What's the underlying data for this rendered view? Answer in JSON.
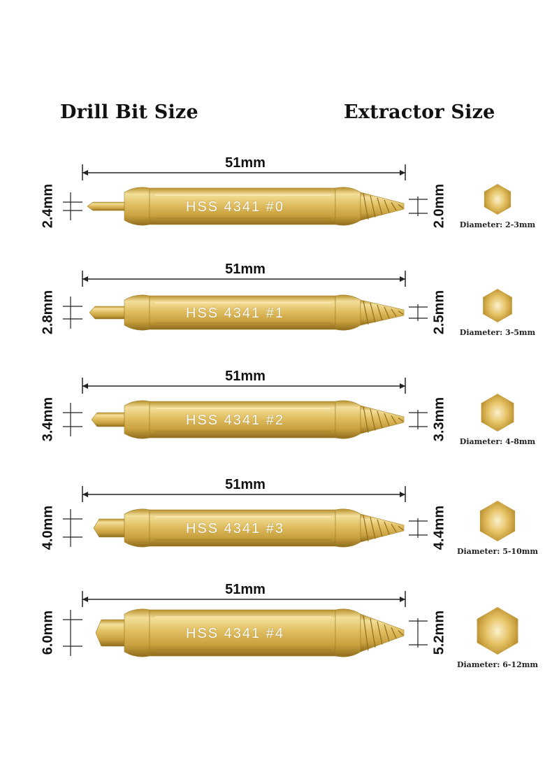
{
  "headings": {
    "drill": "Drill Bit Size",
    "extractor": "Extractor Size"
  },
  "colors": {
    "gold": "#d9b452",
    "gold_dark": "#a07d22",
    "gold_light": "#f3df9b",
    "line": "#222222"
  },
  "bits": [
    {
      "length": "51mm",
      "drill": "2.4mm",
      "extractor": "2.0mm",
      "stamp": "HSS  4341  #0",
      "diameter": "Diameter: 2-3mm"
    },
    {
      "length": "51mm",
      "drill": "2.8mm",
      "extractor": "2.5mm",
      "stamp": "HSS  4341  #1",
      "diameter": "Diameter: 3-5mm"
    },
    {
      "length": "51mm",
      "drill": "3.4mm",
      "extractor": "3.3mm",
      "stamp": "HSS  4341  #2",
      "diameter": "Diameter: 4-8mm"
    },
    {
      "length": "51mm",
      "drill": "4.0mm",
      "extractor": "4.4mm",
      "stamp": "HSS  4341  #3",
      "diameter": "Diameter: 5-10mm"
    },
    {
      "length": "51mm",
      "drill": "6.0mm",
      "extractor": "5.2mm",
      "stamp": "HSS  4341  #4",
      "diameter": "Diameter: 6-12mm"
    }
  ]
}
